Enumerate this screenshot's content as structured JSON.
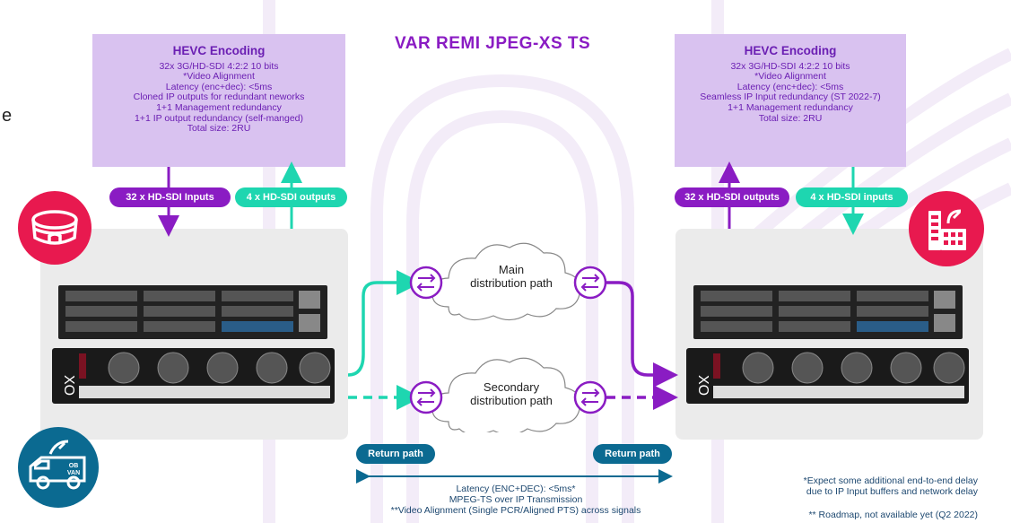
{
  "title": "VAR REMI JPEG-XS TS",
  "left_box": {
    "header": "HEVC Encoding",
    "lines": [
      "32x 3G/HD-SDI 4:2:2 10 bits",
      "*Video Alignment",
      "Latency (enc+dec): <5ms",
      "Cloned IP outputs for redundant neworks",
      "1+1 Management redundancy",
      "1+1 IP output redundancy (self-manged)",
      "Total size: 2RU"
    ]
  },
  "right_box": {
    "header": "HEVC Encoding",
    "lines": [
      "32x 3G/HD-SDI 4:2:2 10 bits",
      "*Video Alignment",
      "Latency (enc+dec): <5ms",
      "Seamless IP Input redundancy (ST 2022-7)",
      "1+1 Management redundancy",
      "Total size: 2RU"
    ]
  },
  "pills": {
    "left_inputs": "32 x HD-SDI Inputs",
    "left_outputs": "4 x HD-SDI outputs",
    "right_outputs": "32 x HD-SDI outputs",
    "right_inputs": "4 x HD-SDI inputs",
    "return_left": "Return path",
    "return_right": "Return path"
  },
  "paths": {
    "main_line1": "Main",
    "main_line2": "distribution path",
    "secondary_line1": "Secondary",
    "secondary_line2": "distribution path"
  },
  "bottom_center": [
    "Latency (ENC+DEC): <5ms*",
    "MPEG-TS over IP Transmission",
    "**Video Alignment (Single PCR/Aligned PTS) across signals"
  ],
  "bottom_right_note": [
    "*Expect some additional end-to-end delay",
    "due to IP Input buffers and network delay"
  ],
  "roadmap_note": "** Roadmap, not available yet (Q2 2022)",
  "van_label": [
    "OB",
    "VAN"
  ],
  "left_edge_fragment": "e",
  "colors": {
    "purple": "#8a1cc3",
    "lavender": "#d9c2f0",
    "teal": "#1ed6b0",
    "navy": "#0b6a91",
    "pink": "#e8194f"
  },
  "icons": [
    "stadium-icon",
    "building-satellite-icon",
    "ob-van-icon",
    "router-icon",
    "cloud-icon"
  ]
}
